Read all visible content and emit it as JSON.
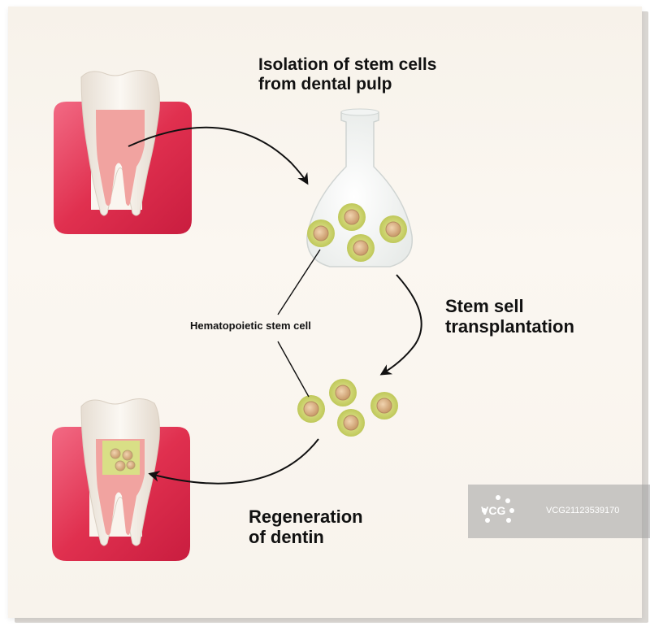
{
  "labels": {
    "isolation": [
      "Isolation  of stem cells",
      "from dental pulp"
    ],
    "transplantation": [
      "Stem sell",
      "transplantation"
    ],
    "hematopoietic": "Hematopoietic stem cell",
    "regeneration": [
      "Regeneration",
      "of  dentin"
    ]
  },
  "watermark": {
    "brand": "VCG",
    "id": "VCG21123539170"
  },
  "colors": {
    "gum": "#e23a5a",
    "tooth": "#f4ede6",
    "pulp": "#f0a5a5",
    "cell_outer": "#d6dc7a",
    "cell_nucleus": "#d9b48a",
    "arrow": "#111111"
  },
  "icons": [
    "tooth-icon",
    "flask-icon",
    "stem-cell-icon",
    "curved-arrow-icon"
  ]
}
